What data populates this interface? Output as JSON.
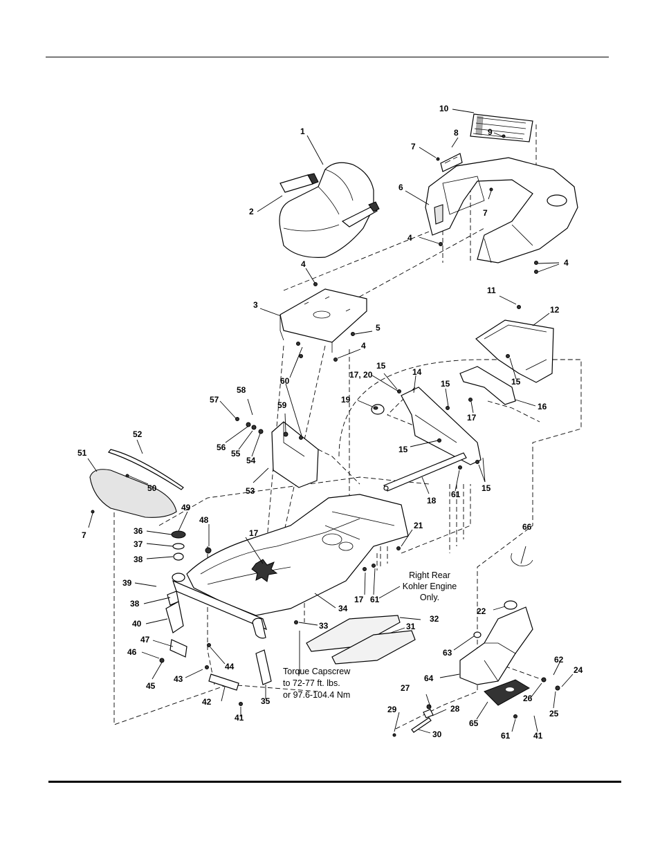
{
  "callouts": {
    "c1": "1",
    "c2": "2",
    "c3": "3",
    "c4a": "4",
    "c4b": "4",
    "c4c": "4",
    "c4d": "4",
    "c5": "5",
    "c6": "6",
    "c7a": "7",
    "c7b": "7",
    "c7c": "7",
    "c8": "8",
    "c9": "9",
    "c10": "10",
    "c11": "11",
    "c12": "12",
    "c14": "14",
    "c15a": "15",
    "c15b": "15",
    "c15c": "15",
    "c15d": "15",
    "c15e": "15",
    "c16": "16",
    "c17a": "17",
    "c17b": "17",
    "c17c": "17",
    "c1720": "17, 20",
    "c18": "18",
    "c19": "19",
    "c21": "21",
    "c22": "22",
    "c24": "24",
    "c25": "25",
    "c26": "26",
    "c27": "27",
    "c28": "28",
    "c29": "29",
    "c30": "30",
    "c31": "31",
    "c32": "32",
    "c33": "33",
    "c34": "34",
    "c35": "35",
    "c36": "36",
    "c37": "37",
    "c38a": "38",
    "c38b": "38",
    "c39": "39",
    "c40": "40",
    "c41a": "41",
    "c41b": "41",
    "c42": "42",
    "c43": "43",
    "c44": "44",
    "c45": "45",
    "c46": "46",
    "c47": "47",
    "c48": "48",
    "c49": "49",
    "c50": "50",
    "c51": "51",
    "c52": "52",
    "c53": "53",
    "c54": "54",
    "c55": "55",
    "c56": "56",
    "c57": "57",
    "c58": "58",
    "c59": "59",
    "c60": "60",
    "c61a": "61",
    "c61b": "61",
    "c61c": "61",
    "c62": "62",
    "c63": "63",
    "c64": "64",
    "c65": "65",
    "c66": "66"
  },
  "notes": {
    "engine": [
      "Right Rear",
      "Kohler Engine",
      "Only."
    ],
    "torque": [
      "Torque Capscrew",
      "to 72-77 ft. lbs.",
      "or 97.6-104.4 Nm"
    ]
  }
}
